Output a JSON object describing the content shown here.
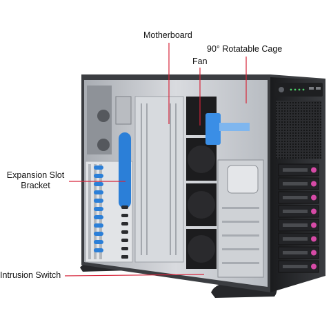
{
  "callouts": {
    "motherboard": "Motherboard",
    "fan": "Fan",
    "cage": "90° Rotatable Cage",
    "expansion_line1": "Expansion Slot",
    "expansion_line2": "Bracket",
    "intrusion": "Intrusion Switch"
  },
  "colors": {
    "callout_line": "#d6243a",
    "chassis_dark": "#2a2b2e",
    "chassis_interior": "#c9ccd1",
    "fan_black": "#1c1c1e",
    "bracket_blue": "#2b7fd8",
    "drive_pink": "#d64aa6"
  },
  "drive_bays": {
    "count": 8
  }
}
